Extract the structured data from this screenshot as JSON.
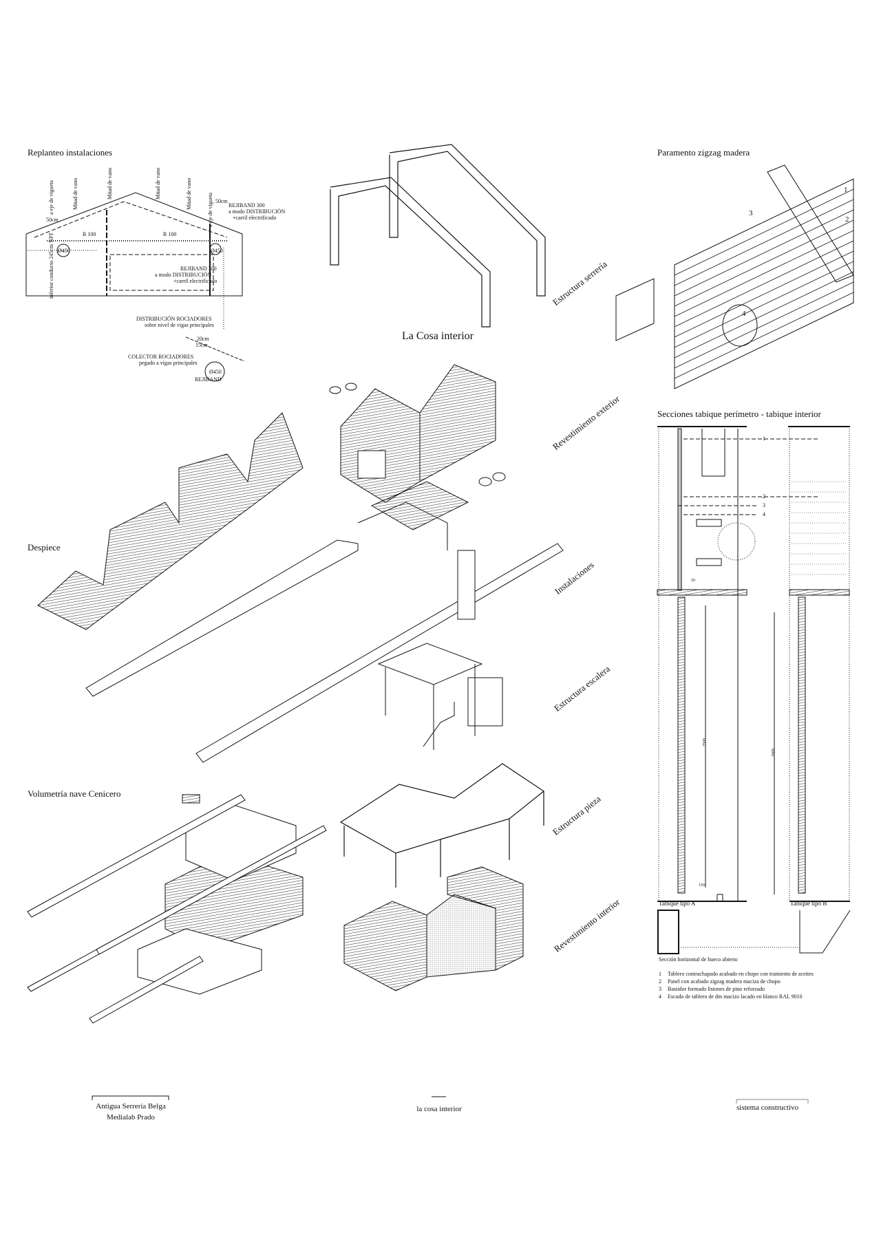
{
  "sections": {
    "replanteo": {
      "title": "Replanteo instalaciones",
      "labels": [
        "a eje de vigueta",
        "Mitad de vano",
        "Mitad de vano",
        "Mitad de vano",
        "Mitad de vano",
        "a eje de vigueta",
        "50cm",
        "50cm",
        "R 100",
        "R 100",
        "Ø450",
        "Ø450",
        "inferior conducto 245cm NPT"
      ],
      "rejiband_top": [
        "REJIBAND 300",
        "a modo DISTRIBUCIÓN",
        "+carril electrificado"
      ],
      "rejiband_mid": [
        "REJIBAND 300",
        "a modo DISTRIBUCIÓN",
        "+carril electrificado"
      ],
      "distribucion": [
        "DISTRIBUCIÓN ROCIADORES",
        "sobre nivel de vigas principales"
      ],
      "colector": [
        "COLECTOR ROCIADORES",
        "pegado a vigas principales"
      ],
      "dims": [
        "20cm",
        "15cm",
        "Ø450"
      ],
      "rejiband_bottom": "REJIBAND"
    },
    "paramento": {
      "title": "Paramento zigzag madera",
      "callouts": [
        "1",
        "2",
        "3",
        "4"
      ]
    },
    "main_title": "La Cosa interior",
    "exploded_labels": {
      "estructura_serreria": "Estructura serrería",
      "revestimiento_exterior": "Revestimiento exterior",
      "instalaciones": "Instalaciones",
      "estructura_escalera": "Estructura escalera",
      "estructura_pieza": "Estructura pieza",
      "revestimiento_interior": "Revestimiento interior"
    },
    "despiece": {
      "title": "Despiece"
    },
    "volumetria": {
      "title": "Volumetría nave Cenicero"
    },
    "secciones": {
      "title": "Secciones tabique perímetro - tabique interior",
      "callouts": [
        "1",
        "2",
        "3",
        "4"
      ],
      "dims": [
        "50",
        "2500",
        "2600",
        "150"
      ],
      "tipo_a": "Tabique tipo A",
      "tipo_b": "Tabique tipo B",
      "horizontal": "Sección horizontal de hueco abierto",
      "legend": [
        {
          "n": "1",
          "text": "Tablero contrachapado acabado en chopo con tramiento de aceites"
        },
        {
          "n": "2",
          "text": "Panel con acabado zigzag madera maciza de chopo"
        },
        {
          "n": "3",
          "text": "Bastidor formado listones de pino reforzado"
        },
        {
          "n": "4",
          "text": "Escudo de tablero de dm macizo lacado en blanco RAL 9010"
        }
      ]
    }
  },
  "footer": {
    "left_line1": "Antigua Serrería Belga",
    "left_line2": "Medialab Prado",
    "center": "la cosa interior",
    "right": "sistema constructivo"
  }
}
